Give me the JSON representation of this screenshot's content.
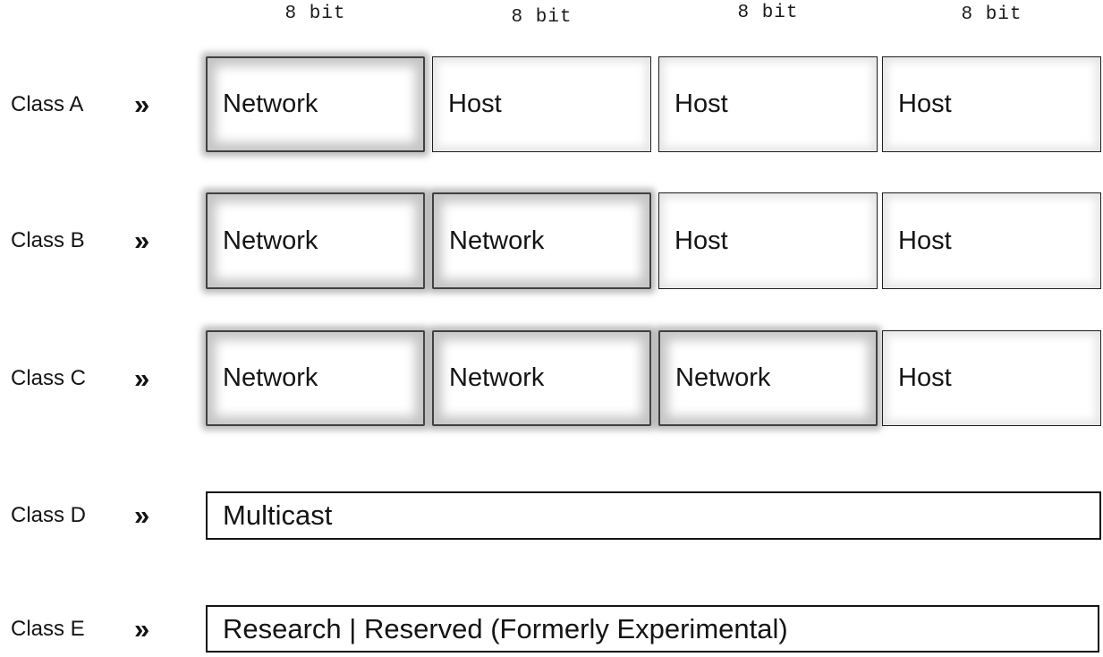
{
  "bit_labels": [
    "8 bit",
    "8 bit",
    "8 bit",
    "8 bit"
  ],
  "chevron": "»",
  "rows": [
    {
      "label": "Class A",
      "cells": [
        "Network",
        "Host",
        "Host",
        "Host"
      ]
    },
    {
      "label": "Class B",
      "cells": [
        "Network",
        "Network",
        "Host",
        "Host"
      ]
    },
    {
      "label": "Class C",
      "cells": [
        "Network",
        "Network",
        "Network",
        "Host"
      ]
    },
    {
      "label": "Class D",
      "cells": [
        "Multicast"
      ]
    },
    {
      "label": "Class E",
      "cells": [
        "Research | Reserved (Formerly Experimental)"
      ]
    }
  ],
  "colors": {
    "background": "#ffffff",
    "text": "#141414",
    "network_border": "#404040",
    "network_glow": "#8c8c8c",
    "host_border": "#1f1f1f",
    "wide_box_border": "#141414"
  }
}
